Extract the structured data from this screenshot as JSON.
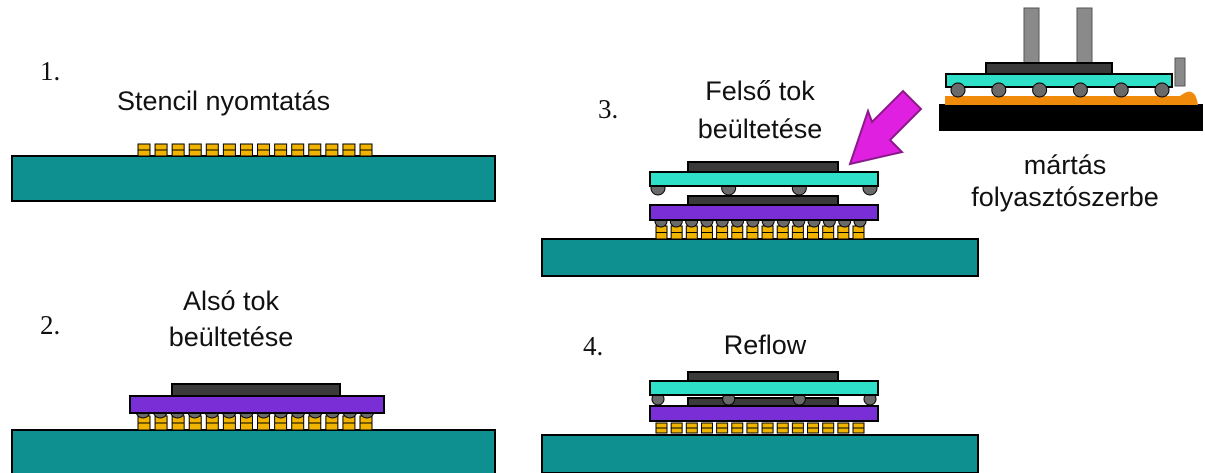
{
  "steps": [
    {
      "number": "1.",
      "title": "Stencil nyomtatás"
    },
    {
      "number": "2.",
      "title_line1": "Alsó tok",
      "title_line2": "beültetése"
    },
    {
      "number": "3.",
      "title_line1": "Felső tok",
      "title_line2": "beültetése"
    },
    {
      "number": "4.",
      "title": "Reflow"
    }
  ],
  "dip_caption": {
    "line1": "mártás",
    "line2": "folyasztószerbe"
  },
  "colors": {
    "board": "#0f9090",
    "bottom_package": "#7a2ed6",
    "top_package": "#2fe0c8",
    "die": "#3a3a3a",
    "solder_ball": "#6a6a6a",
    "paste": "#f0b400",
    "arrow": "#e020e0",
    "flux": "#f08a0a",
    "tool": "#8a8a8a",
    "dip_base": "#000000"
  }
}
